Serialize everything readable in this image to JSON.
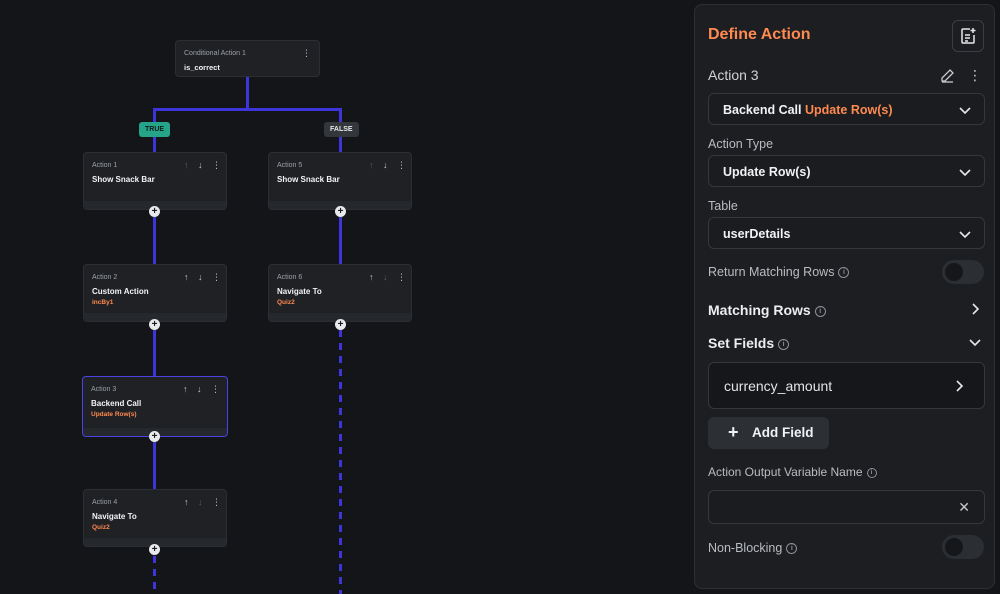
{
  "canvas": {
    "conditional": {
      "label": "Conditional Action 1",
      "condition": "is_correct"
    },
    "branches": {
      "true_label": "TRUE",
      "false_label": "FALSE"
    },
    "nodes": [
      {
        "label": "Action 1",
        "title": "Show Snack Bar",
        "sub": ""
      },
      {
        "label": "Action 2",
        "title": "Custom Action",
        "sub": "incBy1"
      },
      {
        "label": "Action 3",
        "title": "Backend Call",
        "sub": "Update Row(s)"
      },
      {
        "label": "Action 4",
        "title": "Navigate To",
        "sub": "Quiz2"
      },
      {
        "label": "Action 5",
        "title": "Show Snack Bar",
        "sub": ""
      },
      {
        "label": "Action 6",
        "title": "Navigate To",
        "sub": "Quiz2"
      }
    ],
    "icons": {
      "up": "↑",
      "down": "↓",
      "more": "⋮",
      "plus": "+"
    }
  },
  "panel": {
    "title": "Define Action",
    "action_name": "Action 3",
    "backend_call": {
      "prefix": "Backend Call",
      "value": "Update Row(s)"
    },
    "action_type": {
      "label": "Action Type",
      "value": "Update Row(s)"
    },
    "table": {
      "label": "Table",
      "value": "userDetails"
    },
    "return_matching_rows": {
      "label": "Return Matching Rows"
    },
    "matching_rows": {
      "label": "Matching Rows"
    },
    "set_fields": {
      "label": "Set Fields",
      "items": [
        "currency_amount"
      ]
    },
    "add_field": {
      "label": "Add Field"
    },
    "output_variable": {
      "label": "Action Output Variable Name",
      "value": ""
    },
    "non_blocking": {
      "label": "Non-Blocking"
    }
  },
  "colors": {
    "accent": "#ff8a50",
    "connector": "#3d34d9",
    "true_badge": "#25a48a"
  }
}
